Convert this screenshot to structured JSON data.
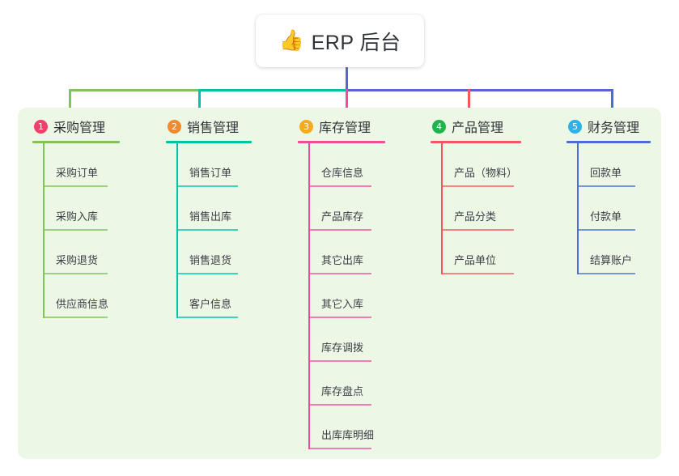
{
  "root": {
    "icon": "thumbs-up-emoji",
    "icon_glyph": "👍",
    "title": "ERP 后台"
  },
  "theme": {
    "panel_bg": "#ecf7e6",
    "page_bg": "#ffffff",
    "root_bus_color": "#5a63cf",
    "bus_left_color": "#00c2ab",
    "bus_green_color": "#7fc45a",
    "text_color": "#2f3338"
  },
  "columns": [
    {
      "number": "1",
      "title": "采购管理",
      "color": "#7fc45a",
      "badge_color": "#f2406a",
      "connector_color": "#7fc45a",
      "items": [
        "采购订单",
        "采购入库",
        "采购退货",
        "供应商信息"
      ]
    },
    {
      "number": "2",
      "title": "销售管理",
      "color": "#00c2ab",
      "badge_color": "#f08a30",
      "connector_color": "#00c2ab",
      "items": [
        "销售订单",
        "销售出库",
        "销售退货",
        "客户信息"
      ]
    },
    {
      "number": "3",
      "title": "库存管理",
      "color": "#ef4d9b",
      "badge_color": "#f5ab1c",
      "connector_color": "#ef4d9b",
      "items": [
        "仓库信息",
        "产品库存",
        "其它出库",
        "其它入库",
        "库存调拨",
        "库存盘点",
        "出库库明细"
      ]
    },
    {
      "number": "4",
      "title": "产品管理",
      "color": "#f4575c",
      "badge_color": "#22b24c",
      "connector_color": "#f4575c",
      "items": [
        "产品（物料）",
        "产品分类",
        "产品单位"
      ]
    },
    {
      "number": "5",
      "title": "财务管理",
      "color": "#4a6fd4",
      "badge_color": "#2bb3e8",
      "connector_color": "#4a6fd4",
      "items": [
        "回款单",
        "付款单",
        "结算账户"
      ]
    }
  ]
}
